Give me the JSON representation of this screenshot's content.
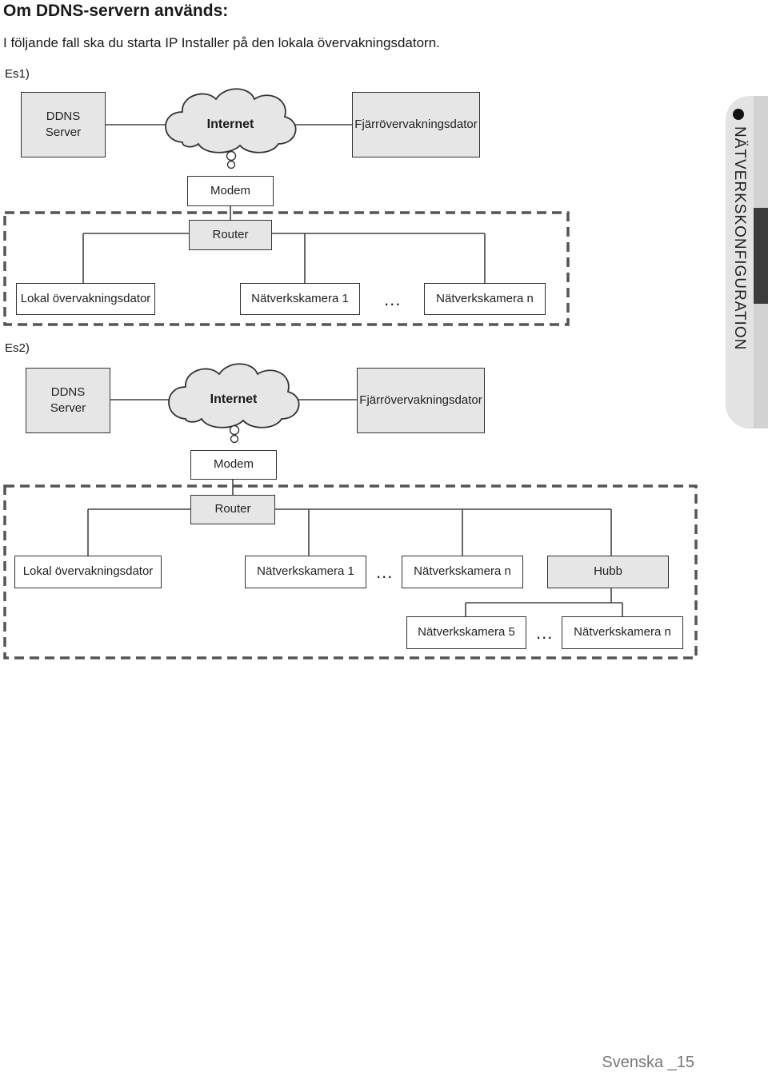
{
  "heading": "Om DDNS-servern används:",
  "intro": "I följande fall ska du starta IP Installer på den lokala övervakningsdatorn.",
  "section_tab": "NÄTVERKSKONFIGURATION",
  "footer": "Svenska _15",
  "es1": {
    "label": "Es1)",
    "ddns": "DDNS\nServer",
    "internet": "Internet",
    "remote": "Fjärrövervakningsdator",
    "modem": "Modem",
    "router": "Router",
    "local_pc": "Lokal övervakningsdator",
    "camera_1": "Nätverkskamera 1",
    "ellipsis": "...",
    "camera_n": "Nätverkskamera n"
  },
  "es2": {
    "label": "Es2)",
    "ddns": "DDNS\nServer",
    "internet": "Internet",
    "remote": "Fjärrövervakningsdator",
    "modem": "Modem",
    "router": "Router",
    "local_pc": "Lokal övervakningsdator",
    "camera_1": "Nätverkskamera 1",
    "ellipsis_1": "...",
    "camera_n": "Nätverkskamera n",
    "hub": "Hubb",
    "camera_5": "Nätverkskamera 5",
    "ellipsis_2": "...",
    "camera_n2": "Nätverkskamera n"
  }
}
